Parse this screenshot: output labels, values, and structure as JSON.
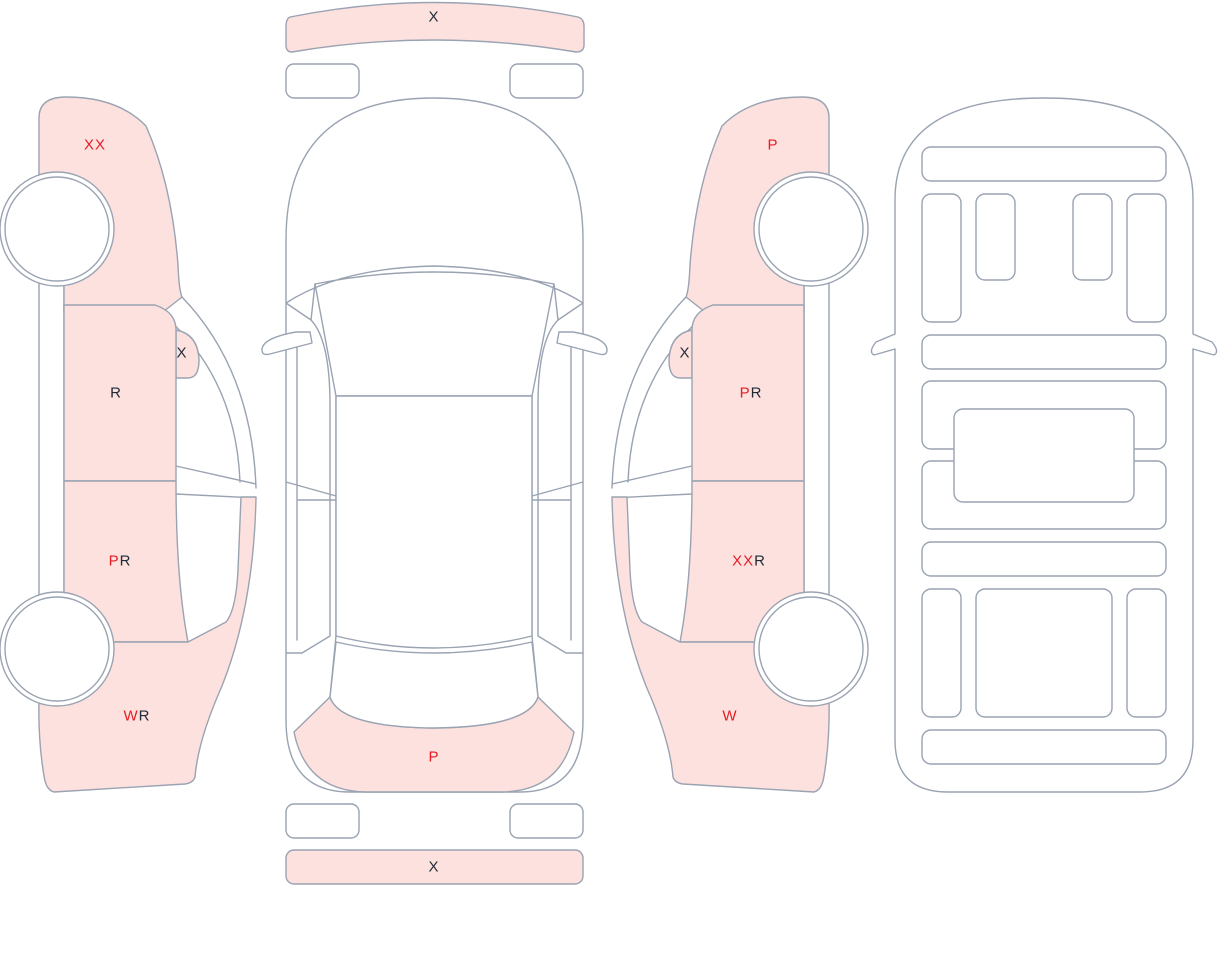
{
  "colors": {
    "outline": "#9aa3b2",
    "damaged_fill": "#fde1de",
    "code_red": "#e41c23",
    "code_dark": "#1f2937"
  },
  "marks": [
    {
      "id": "front-bumper",
      "parts": [
        {
          "text": "X",
          "color": "dark"
        }
      ]
    },
    {
      "id": "left-front-fender",
      "parts": [
        {
          "text": "XX",
          "color": "red"
        }
      ]
    },
    {
      "id": "left-mirror",
      "parts": [
        {
          "text": "X",
          "color": "dark"
        }
      ]
    },
    {
      "id": "left-front-door",
      "parts": [
        {
          "text": "R",
          "color": "dark"
        }
      ]
    },
    {
      "id": "left-rear-door",
      "parts": [
        {
          "text": "P",
          "color": "red"
        },
        {
          "text": "R",
          "color": "dark"
        }
      ]
    },
    {
      "id": "left-rear-quarter",
      "parts": [
        {
          "text": "W",
          "color": "red"
        },
        {
          "text": "R",
          "color": "dark"
        }
      ]
    },
    {
      "id": "trunk-lid",
      "parts": [
        {
          "text": "P",
          "color": "red"
        }
      ]
    },
    {
      "id": "rear-bumper",
      "parts": [
        {
          "text": "X",
          "color": "dark"
        }
      ]
    },
    {
      "id": "right-front-fender",
      "parts": [
        {
          "text": "P",
          "color": "red"
        }
      ]
    },
    {
      "id": "right-mirror",
      "parts": [
        {
          "text": "X",
          "color": "dark"
        }
      ]
    },
    {
      "id": "right-front-door",
      "parts": [
        {
          "text": "P",
          "color": "red"
        },
        {
          "text": "R",
          "color": "dark"
        }
      ]
    },
    {
      "id": "right-rear-door",
      "parts": [
        {
          "text": "XX",
          "color": "red"
        },
        {
          "text": "R",
          "color": "dark"
        }
      ]
    },
    {
      "id": "right-rear-quarter",
      "parts": [
        {
          "text": "W",
          "color": "red"
        }
      ]
    }
  ]
}
